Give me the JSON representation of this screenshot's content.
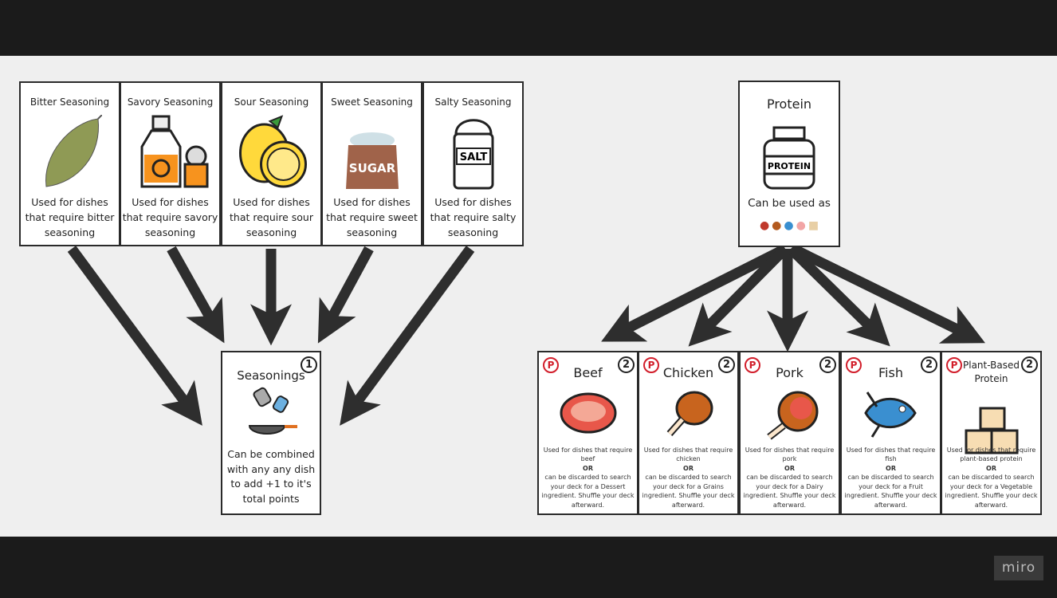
{
  "seasoning_cards": [
    {
      "title": "Bitter Seasoning",
      "desc": "Used for dishes that require bitter seasoning",
      "icon": "bay-leaf-icon"
    },
    {
      "title": "Savory Seasoning",
      "desc": "Used for dishes that require savory seasoning",
      "icon": "sauce-bottle-icon"
    },
    {
      "title": "Sour Seasoning",
      "desc": "Used for dishes that require sour seasoning",
      "icon": "lemon-icon"
    },
    {
      "title": "Sweet Seasoning",
      "desc": "Used for dishes that require sweet seasoning",
      "icon": "sugar-sack-icon",
      "label": "SUGAR"
    },
    {
      "title": "Salty Seasoning",
      "desc": "Used for dishes that require salty seasoning",
      "icon": "salt-shaker-icon",
      "label": "SALT"
    }
  ],
  "seasonings_card": {
    "title": "Seasonings",
    "number": "1",
    "desc": "Can be combined with any any dish to add +1 to it's total points",
    "icon": "seasoning-pan-icon"
  },
  "protein_card": {
    "title": "Protein",
    "jar_label": "PROTEIN",
    "desc": "Can be used as",
    "icons": [
      "beef-icon",
      "chicken-icon",
      "fish-icon",
      "pig-icon",
      "tofu-icon"
    ]
  },
  "protein_cards": [
    {
      "badge": "P",
      "title": "Beef",
      "number": "2",
      "line1": "Used for dishes that require beef",
      "or": "OR",
      "line2": "can be discarded to search your deck for a Dessert ingredient. Shuffle your deck afterward.",
      "icon": "steak-icon"
    },
    {
      "badge": "P",
      "title": "Chicken",
      "number": "2",
      "line1": "Used for dishes that require chicken",
      "or": "OR",
      "line2": "can be discarded to search your deck for a Grains ingredient. Shuffle your deck afterward.",
      "icon": "drumstick-icon"
    },
    {
      "badge": "P",
      "title": "Pork",
      "number": "2",
      "line1": "Used for dishes that require pork",
      "or": "OR",
      "line2": "can be discarded to search your deck for a Dairy ingredient. Shuffle your deck afterward.",
      "icon": "ham-icon"
    },
    {
      "badge": "P",
      "title": "Fish",
      "number": "2",
      "line1": "Used for dishes that require fish",
      "or": "OR",
      "line2": "can be discarded to search your deck for a Fruit ingredient. Shuffle your deck afterward.",
      "icon": "fish-icon"
    },
    {
      "badge": "P",
      "title": "Plant-Based Protein",
      "number": "2",
      "line1": "Used for dishes that require plant-based protein",
      "or": "OR",
      "line2": "can be discarded to search your deck for a Vegetable ingredient. Shuffle your deck afterward.",
      "icon": "tofu-icon"
    }
  ],
  "branding": {
    "logo": "miro"
  },
  "colors": {
    "arrow": "#2e2e2e",
    "badge_red": "#d21e2b",
    "board": "#efefef",
    "frame": "#1b1b1b"
  }
}
